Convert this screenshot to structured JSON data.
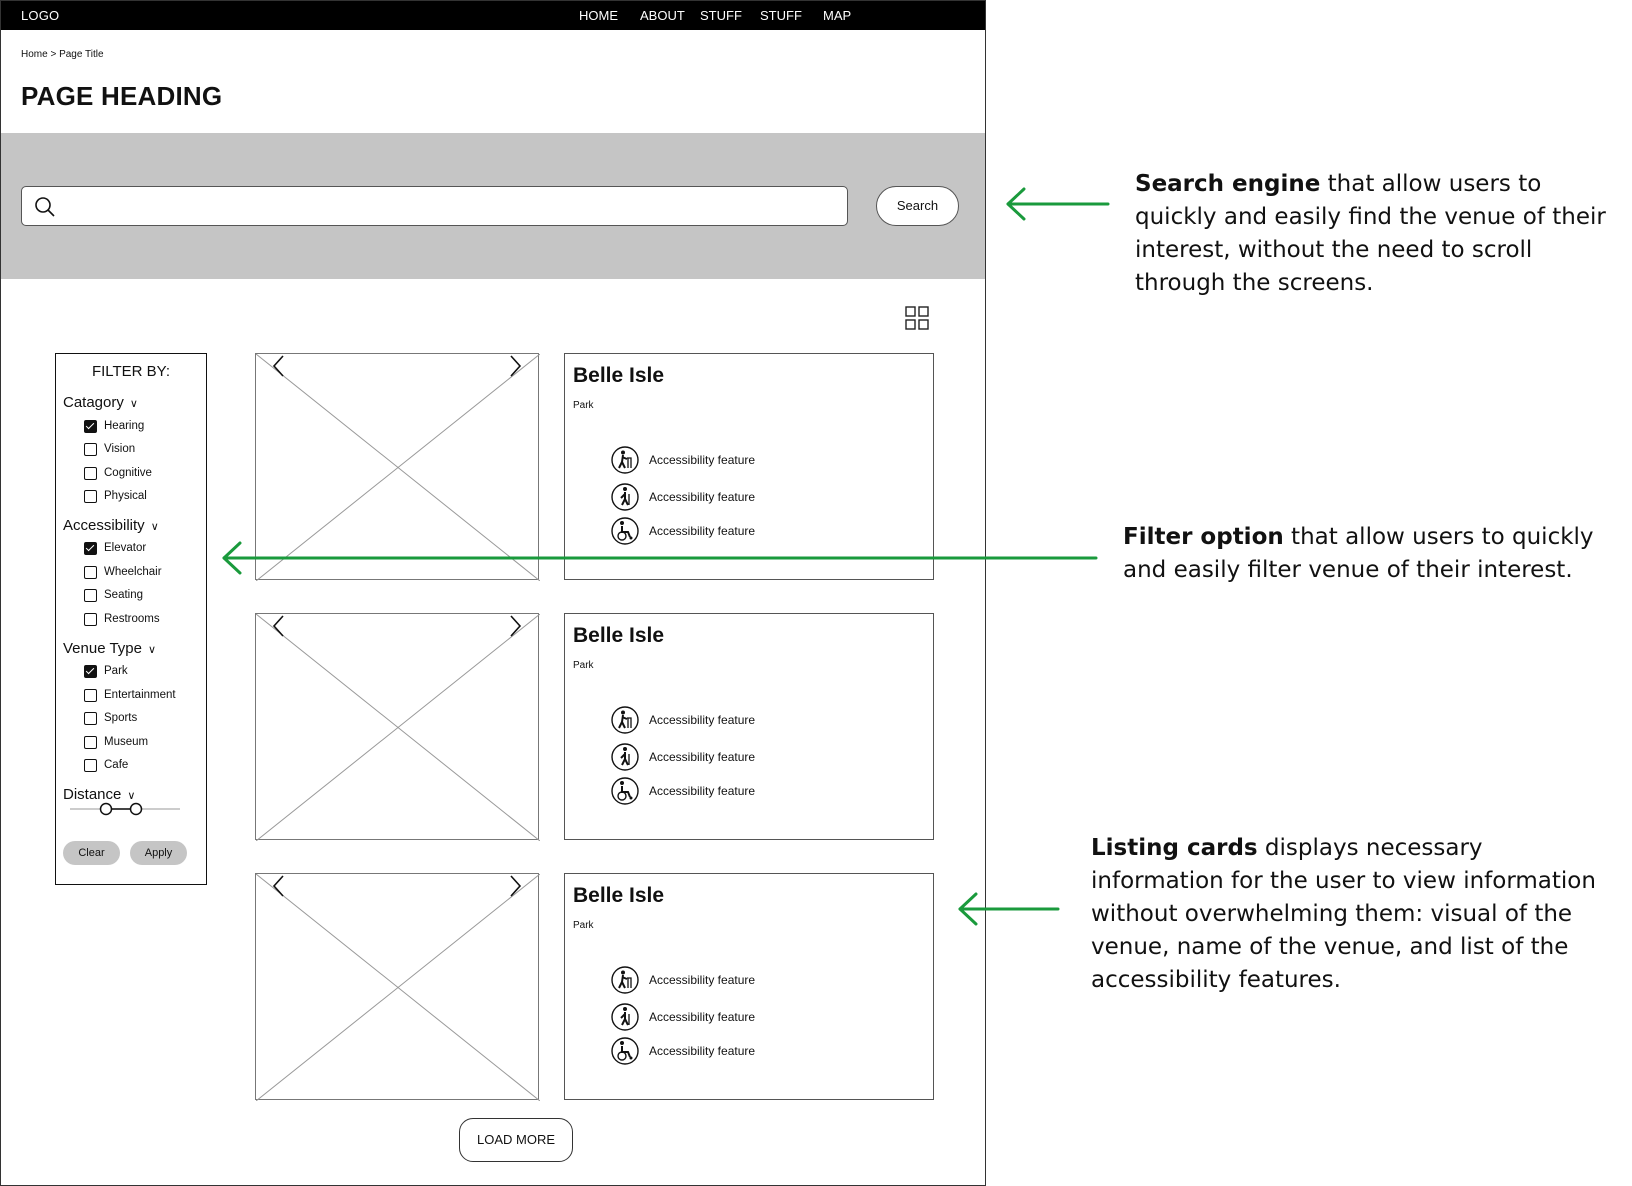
{
  "app": {
    "logo": "LOGO",
    "nav": [
      "HOME",
      "ABOUT",
      "STUFF",
      "STUFF",
      "MAP"
    ]
  },
  "breadcrumb": "Home > Page Title",
  "page_heading": "PAGE HEADING",
  "search": {
    "placeholder": "",
    "button_label": "Search"
  },
  "filter": {
    "title": "FILTER BY:",
    "groups": [
      {
        "label": "Catagory",
        "options": [
          {
            "label": "Hearing",
            "checked": true
          },
          {
            "label": "Vision",
            "checked": false
          },
          {
            "label": "Cognitive",
            "checked": false
          },
          {
            "label": "Physical",
            "checked": false
          }
        ]
      },
      {
        "label": "Accessibility",
        "options": [
          {
            "label": "Elevator",
            "checked": true
          },
          {
            "label": "Wheelchair",
            "checked": false
          },
          {
            "label": "Seating",
            "checked": false
          },
          {
            "label": "Restrooms",
            "checked": false
          }
        ]
      },
      {
        "label": "Venue Type",
        "options": [
          {
            "label": "Park",
            "checked": true
          },
          {
            "label": "Entertainment",
            "checked": false
          },
          {
            "label": "Sports",
            "checked": false
          },
          {
            "label": "Museum",
            "checked": false
          },
          {
            "label": "Cafe",
            "checked": false
          }
        ]
      }
    ],
    "distance_label": "Distance",
    "clear_label": "Clear",
    "apply_label": "Apply"
  },
  "listings": [
    {
      "name": "Belle Isle",
      "type": "Park",
      "features": [
        "Accessibility feature",
        "Accessibility feature",
        "Accessibility feature"
      ]
    },
    {
      "name": "Belle Isle",
      "type": "Park",
      "features": [
        "Accessibility feature",
        "Accessibility feature",
        "Accessibility feature"
      ]
    },
    {
      "name": "Belle Isle",
      "type": "Park",
      "features": [
        "Accessibility feature",
        "Accessibility feature",
        "Accessibility feature"
      ]
    }
  ],
  "feature_icons": [
    "walker-icon",
    "cane-walker-icon",
    "wheelchair-icon"
  ],
  "load_more_label": "LOAD MORE",
  "annotations": {
    "search": {
      "bold": "Search engine",
      "text": " that allow users to quickly and easily find the venue of their interest, without the need to scroll through the screens."
    },
    "filter": {
      "bold": "Filter option",
      "text": " that allow users to quickly and easily filter venue of their interest."
    },
    "cards": {
      "bold": "Listing cards",
      "text": " displays necessary information for the user to view information without overwhelming them: visual of the venue, name of the venue, and list of the accessibility features."
    }
  },
  "colors": {
    "annotation_arrow": "#1a9a3c",
    "search_band": "#c5c5c5",
    "topbar": "#000000"
  }
}
